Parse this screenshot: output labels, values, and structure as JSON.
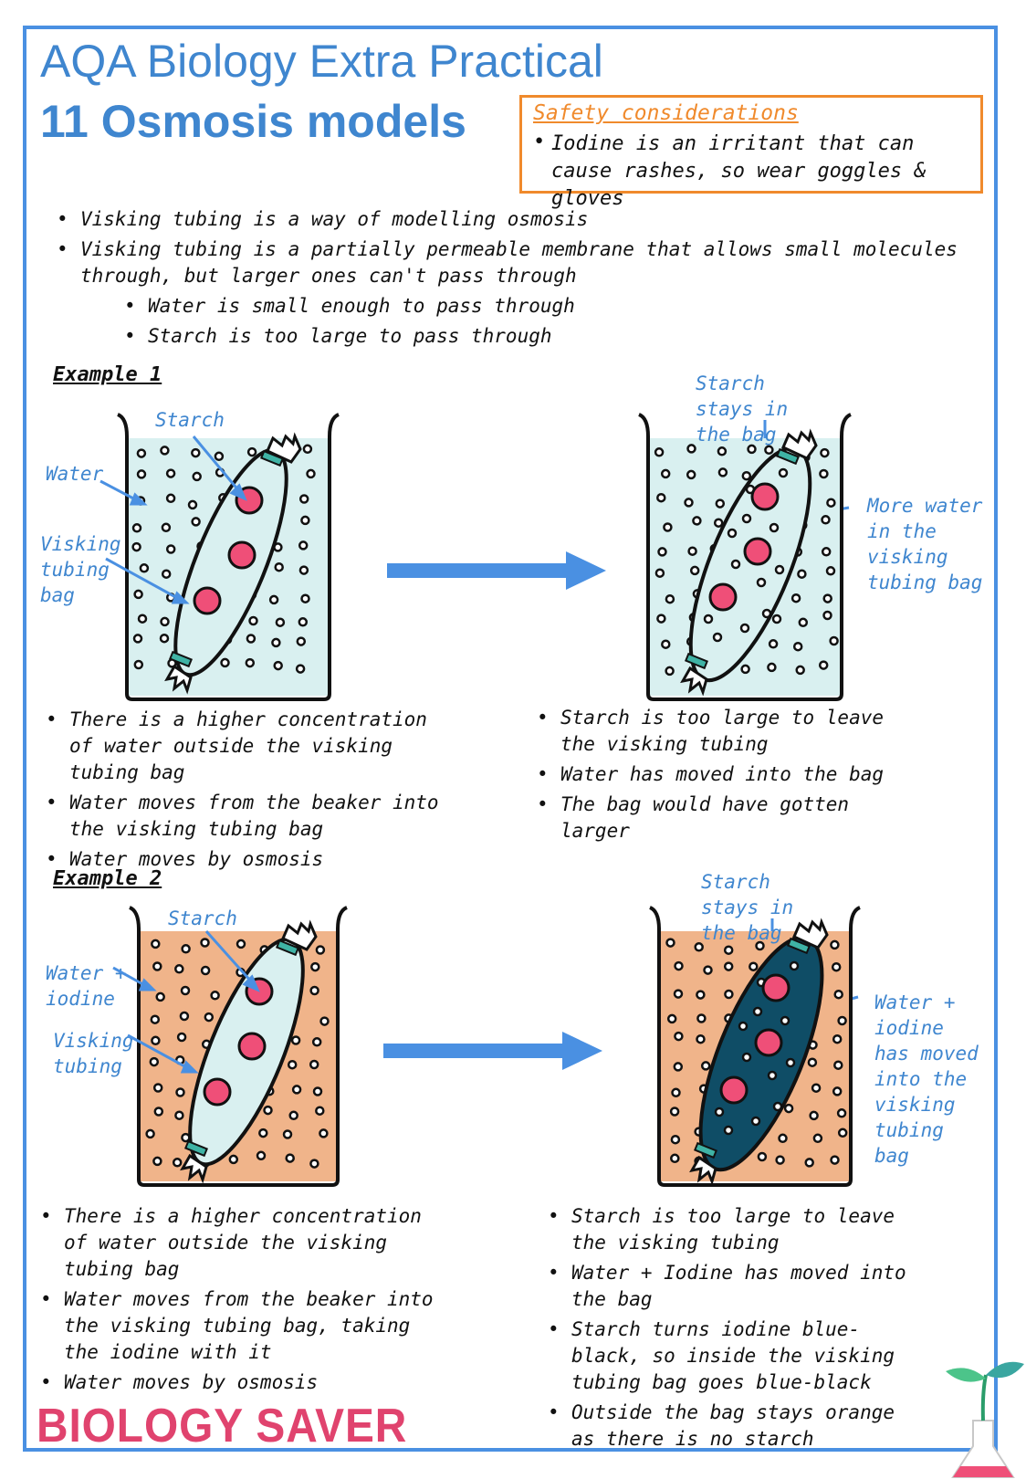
{
  "header": {
    "title_line1": "AQA Biology Extra Practical",
    "title_line2": "11 Osmosis models"
  },
  "safety": {
    "title": "Safety considerations",
    "items": [
      "Iodine is an irritant that can cause rashes, so wear goggles & gloves"
    ]
  },
  "intro": [
    "Visking tubing is a way of modelling osmosis",
    "Visking tubing is a partially permeable membrane that allows small molecules through, but larger ones can't pass through",
    "Water is small enough to pass through",
    "Starch is too large to pass through"
  ],
  "example1": {
    "label": "Example 1",
    "labels": {
      "starch": "Starch",
      "water": "Water",
      "visking": "Visking tubing bag",
      "stays": "Starch stays in the bag",
      "more_water": "More water in the visking tubing bag"
    },
    "left_bullets": [
      "There is a higher concentration of water outside the visking tubing bag",
      "Water moves from the beaker into the visking tubing bag",
      "Water moves by osmosis"
    ],
    "right_bullets": [
      "Starch is too large to leave the visking tubing",
      "Water has moved into the bag",
      "The bag would have gotten larger"
    ]
  },
  "example2": {
    "label": "Example 2",
    "labels": {
      "starch": "Starch",
      "water_iodine": "Water + iodine",
      "visking": "Visking tubing",
      "stays": "Starch stays in the bag",
      "moved": "Water + iodine has moved into the visking tubing bag"
    },
    "left_bullets": [
      "There is a higher concentration of water outside the visking tubing bag",
      "Water moves from the beaker into the visking tubing bag, taking the iodine with it",
      "Water moves by osmosis"
    ],
    "right_bullets": [
      "Starch is too large to leave the visking tubing",
      "Water + Iodine has moved into the bag",
      "Starch turns iodine blue-black, so inside the visking tubing bag goes blue-black",
      "Outside the bag stays orange as there is no starch"
    ]
  },
  "footer": {
    "brand": "BIOLOGY SAVER"
  },
  "colors": {
    "accent": "#3f86cf",
    "safety": "#f08a2c",
    "water": "#d9f0f0",
    "iodine": "#f0b48a",
    "blue_black": "#0f4d66",
    "starch": "#ef4f78",
    "brand": "#e0436e"
  }
}
